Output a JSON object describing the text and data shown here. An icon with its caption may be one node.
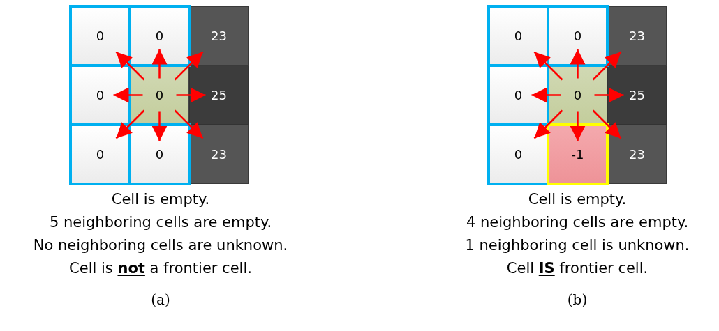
{
  "diagram": {
    "nodes": [
      {
        "text": [
          "0"
        ]
      },
      {
        "text": [
          "0"
        ]
      },
      {
        "text": [
          "23"
        ]
      },
      {
        "text": [
          "0"
        ]
      },
      {
        "text": [
          "0"
        ]
      },
      {
        "text": [
          "25"
        ]
      },
      {
        "text": [
          "0"
        ]
      },
      {
        "text": [
          "0"
        ]
      },
      {
        "text": [
          "23"
        ]
      },
      {
        "text": [
          "0"
        ]
      },
      {
        "text": [
          "0"
        ]
      },
      {
        "text": [
          "23"
        ]
      },
      {
        "text": [
          "0"
        ]
      },
      {
        "text": [
          "0"
        ]
      },
      {
        "text": [
          "25"
        ]
      },
      {
        "text": [
          "0"
        ]
      },
      {
        "text": [
          "-1"
        ]
      },
      {
        "text": [
          "23"
        ]
      }
    ],
    "edges": [
      {
        "from": 4,
        "to": 0,
        "arrow": "to"
      },
      {
        "from": 4,
        "to": 1,
        "arrow": "to"
      },
      {
        "from": 4,
        "to": 2,
        "arrow": "to"
      },
      {
        "from": 4,
        "to": 3,
        "arrow": "to"
      },
      {
        "from": 4,
        "to": 5,
        "arrow": "to"
      },
      {
        "from": 4,
        "to": 6,
        "arrow": "to"
      },
      {
        "from": 4,
        "to": 7,
        "arrow": "to"
      },
      {
        "from": 4,
        "to": 8,
        "arrow": "to"
      },
      {
        "from": 13,
        "to": 9,
        "arrow": "to"
      },
      {
        "from": 13,
        "to": 10,
        "arrow": "to"
      },
      {
        "from": 13,
        "to": 11,
        "arrow": "to"
      },
      {
        "from": 13,
        "to": 12,
        "arrow": "to"
      },
      {
        "from": 13,
        "to": 14,
        "arrow": "to"
      },
      {
        "from": 13,
        "to": 15,
        "arrow": "to"
      },
      {
        "from": 13,
        "to": 16,
        "arrow": "to"
      },
      {
        "from": 13,
        "to": 17,
        "arrow": "to"
      }
    ],
    "labels": [
      "Cell is empty.",
      "5 neighboring cells are empty.",
      "No neighboring cells are unknown.",
      "Cell is **not** a frontier cell.",
      "(a)",
      "Cell is empty.",
      "4 neighboring cells are empty.",
      "1 neighboring cell is unknown.",
      "Cell **IS** frontier cell.",
      "(b)"
    ]
  }
}
